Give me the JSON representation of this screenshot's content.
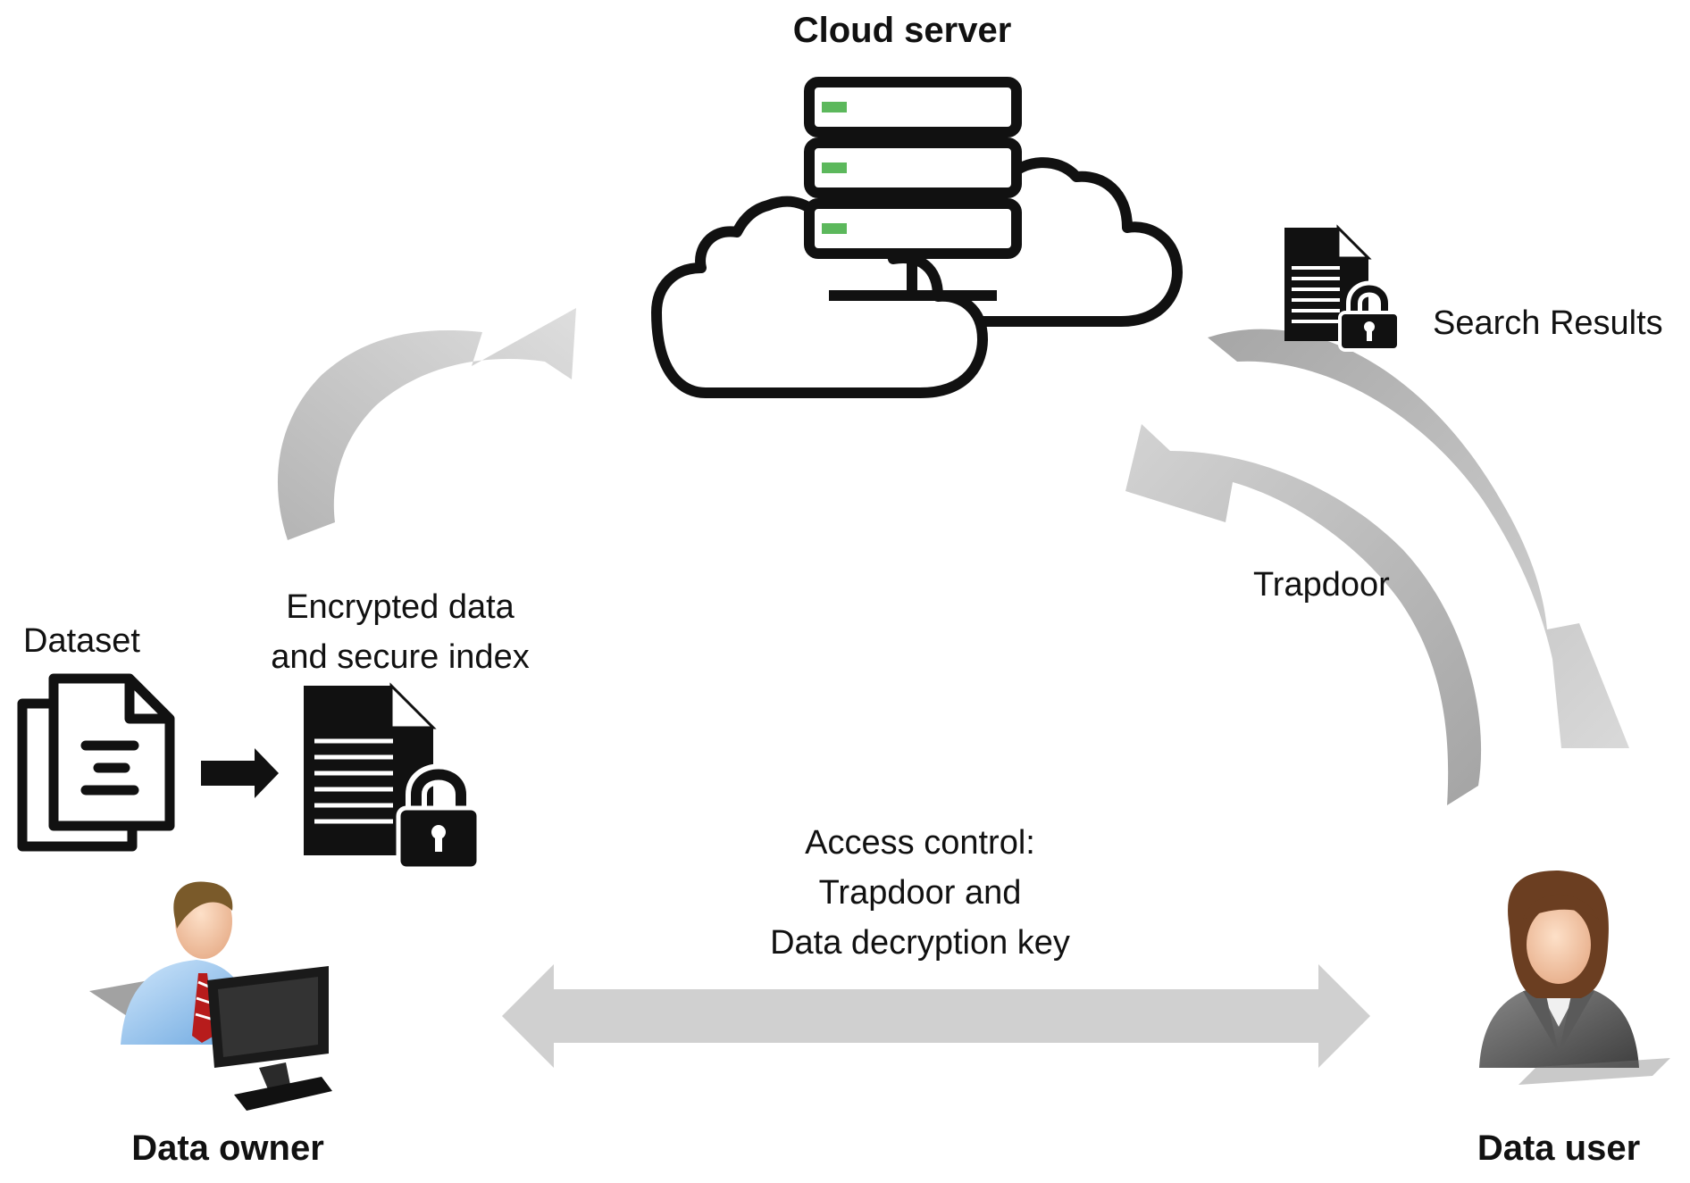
{
  "nodes": {
    "cloud_server": {
      "label": "Cloud server"
    },
    "data_owner": {
      "label": "Data owner"
    },
    "data_user": {
      "label": "Data user"
    },
    "dataset": {
      "label": "Dataset"
    },
    "encrypted": {
      "line1": "Encrypted data",
      "line2": "and secure index"
    },
    "search_results": {
      "label": "Search Results"
    }
  },
  "edges": {
    "trapdoor": {
      "label": "Trapdoor"
    },
    "access_control": {
      "line1": "Access control:",
      "line2": "Trapdoor and",
      "line3": "Data decryption key"
    }
  },
  "colors": {
    "arrow_light": "#cfcfcf",
    "arrow_dark": "#a9a9a9",
    "server_led": "#5cb85c",
    "icon_black": "#111111"
  },
  "icons": {
    "server": "server-rack-icon",
    "cloud": "cloud-icon",
    "document": "document-icon",
    "lock": "lock-icon",
    "owner": "businessman-at-computer-icon",
    "user": "businesswoman-icon"
  }
}
